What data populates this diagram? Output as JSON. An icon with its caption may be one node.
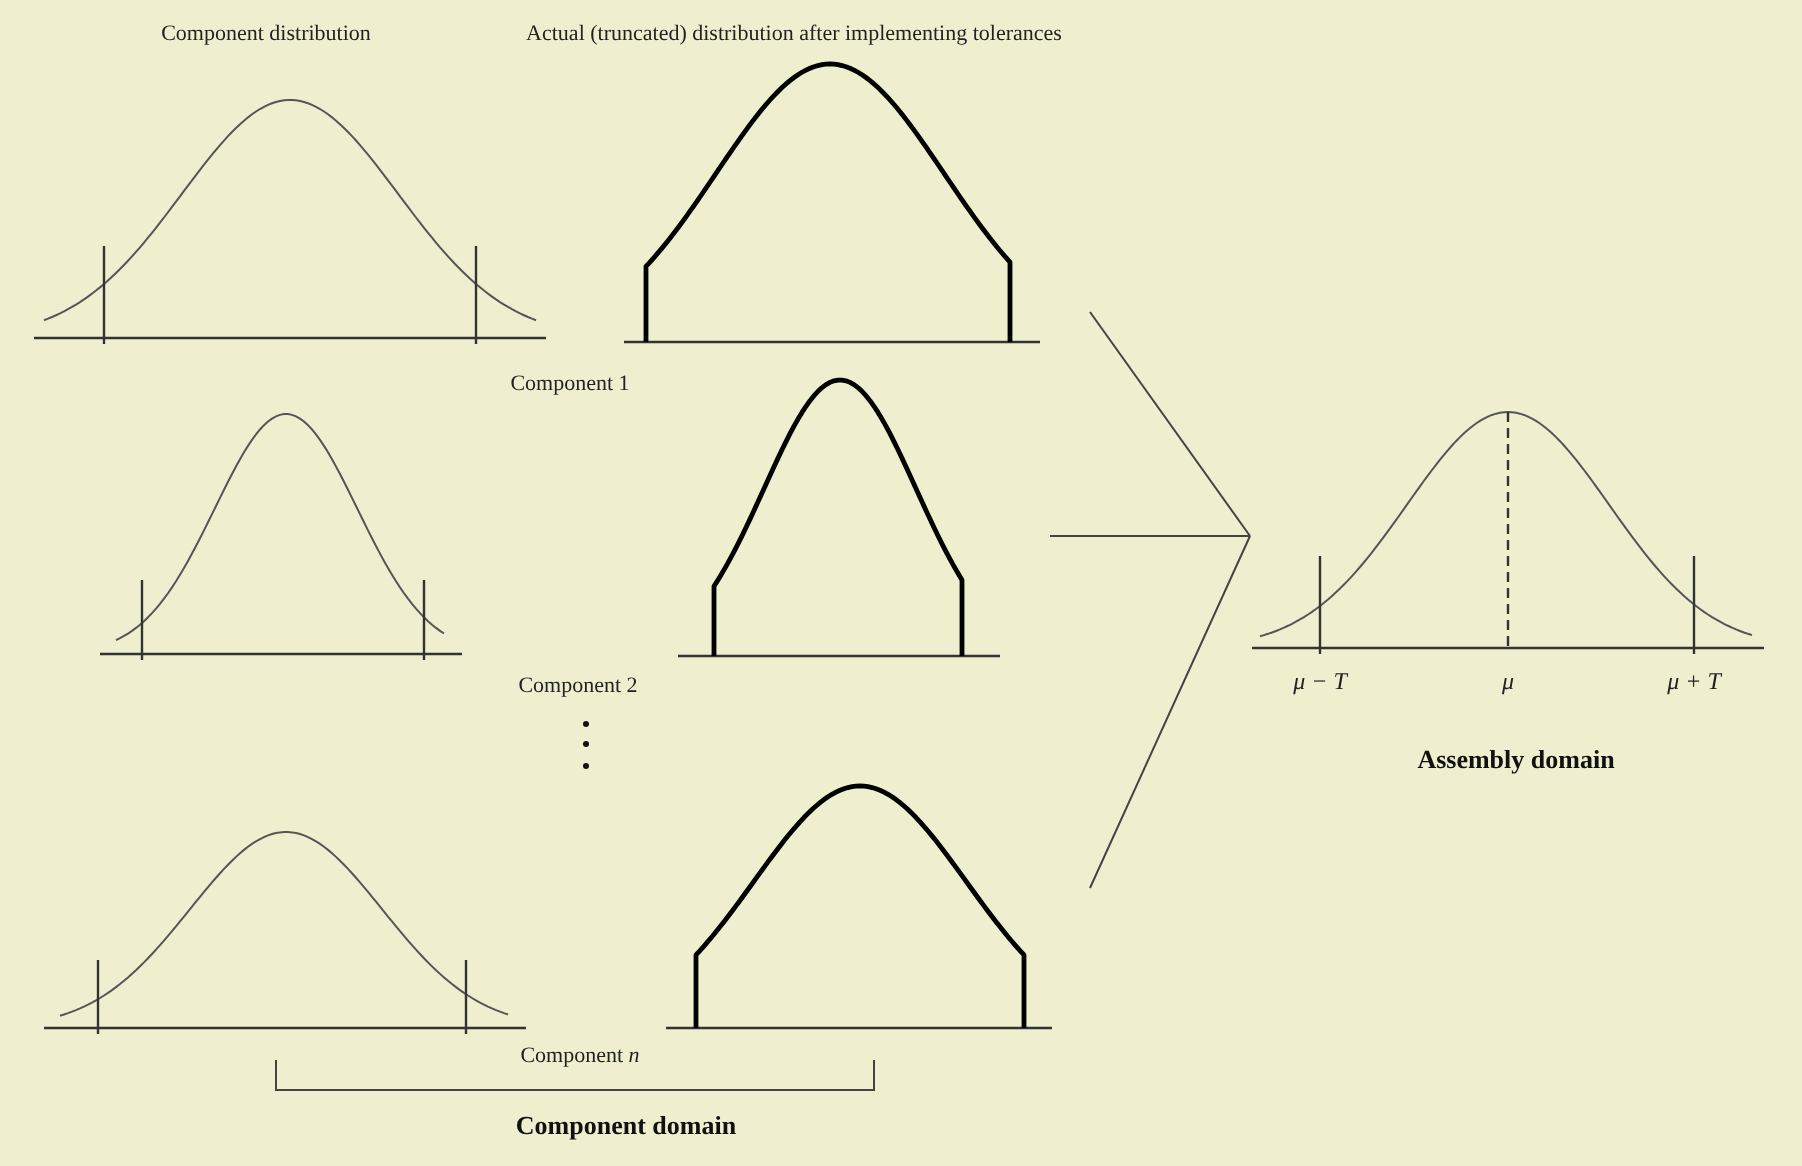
{
  "diagram": {
    "nodes": [
      {
        "text": [],
        "shape": "curve"
      },
      {
        "text": [],
        "shape": "curve"
      },
      {
        "text": [],
        "shape": "curve"
      },
      {
        "text": [],
        "shape": "curve"
      },
      {
        "text": [],
        "shape": "curve"
      },
      {
        "text": [],
        "shape": "curve"
      },
      {
        "text": [],
        "shape": "curve",
        "beside": [
          "μ − T",
          "μ",
          "μ + T",
          "Assembly domain"
        ]
      }
    ],
    "edges": [
      {
        "from": 1,
        "to": 6,
        "arrow": "none"
      },
      {
        "from": 3,
        "to": 6,
        "arrow": "none"
      },
      {
        "from": 5,
        "to": 6,
        "arrow": "none"
      }
    ],
    "labels": [
      "Component distribution",
      "Actual (truncated) distribution after implementing tolerances",
      "Component 1",
      "Component 2",
      "Component *n*",
      "Component domain"
    ]
  }
}
